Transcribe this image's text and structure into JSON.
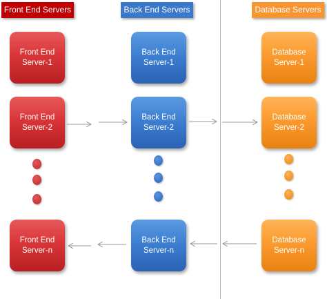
{
  "headers": {
    "front": "Front End Servers",
    "back": "Back End Servers",
    "database": "Database Servers"
  },
  "servers": {
    "front": [
      {
        "line1": "Front End",
        "line2": "Server-1"
      },
      {
        "line1": "Front End",
        "line2": "Server-2"
      },
      {
        "line1": "Front End",
        "line2": "Server-n"
      }
    ],
    "back": [
      {
        "line1": "Back End",
        "line2": "Server-1"
      },
      {
        "line1": "Back End",
        "line2": "Server-2"
      },
      {
        "line1": "Back End",
        "line2": "Server-n"
      }
    ],
    "database": [
      {
        "line1": "Database",
        "line2": "Server-1"
      },
      {
        "line1": "Database",
        "line2": "Server-2"
      },
      {
        "line1": "Database",
        "line2": "Server-n"
      }
    ]
  },
  "colors": {
    "front": "#d93538",
    "back": "#3d7fd2",
    "database": "#fb9a2e",
    "arrow": "#9a9a9a",
    "divider": "#b7b7b7"
  },
  "flows": [
    {
      "from": "Front End Server-2",
      "to": "Back End Server-2"
    },
    {
      "from": "Back End Server-2",
      "to": "Database Server-2"
    },
    {
      "from": "Database Server-n",
      "to": "Back End Server-n"
    },
    {
      "from": "Back End Server-n",
      "to": "Front End Server-n"
    }
  ]
}
